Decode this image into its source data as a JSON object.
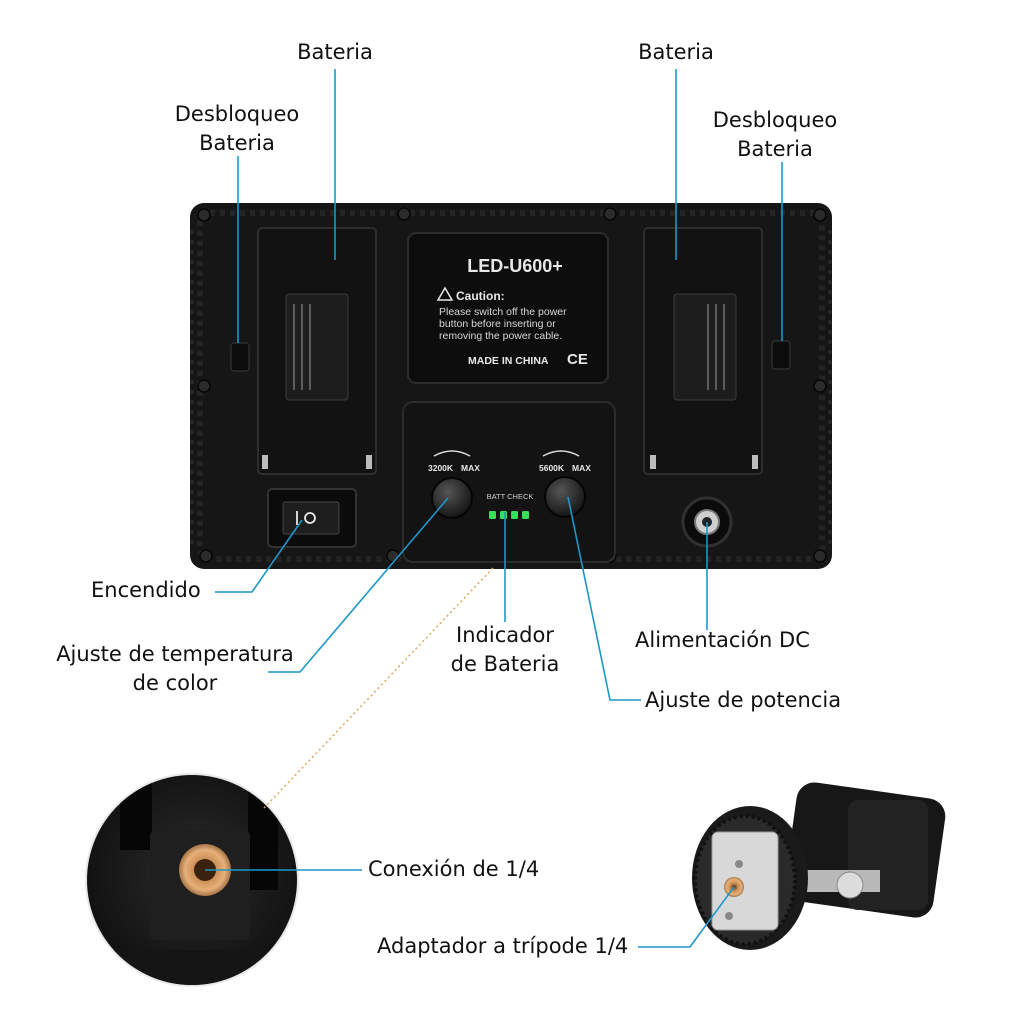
{
  "labels": {
    "battery_left": "Bateria",
    "battery_right": "Bateria",
    "unlock_left_1": "Desbloqueo",
    "unlock_left_2": "Bateria",
    "unlock_right_1": "Desbloqueo",
    "unlock_right_2": "Bateria",
    "power_switch": "Encendido",
    "color_temp_1": "Ajuste de temperatura",
    "color_temp_2": "de color",
    "battery_indicator_1": "Indicador",
    "battery_indicator_2": "de Bateria",
    "dc_power": "Alimentación DC",
    "power_adjust": "Ajuste de potencia",
    "quarter_connection": "Conexión de 1/4",
    "tripod_adapter": "Adaptador a trípode 1/4"
  },
  "device": {
    "model": "LED-U600+",
    "caution_title": "Caution:",
    "caution_text_1": "Please switch off the power",
    "caution_text_2": "button before inserting or",
    "caution_text_3": "removing the power cable.",
    "made_in": "MADE IN CHINA",
    "ce_mark": "CE",
    "knob_left_min": "3200K",
    "knob_left_max": "MAX",
    "knob_right_min": "5600K",
    "knob_right_max": "MAX",
    "batt_check": "BATT CHECK",
    "battery_leds_lit": 4
  },
  "colors": {
    "callout_line": "#1b97c9",
    "dotted_line": "#e0a35a",
    "body": "#161616",
    "led_green": "#38e05a"
  }
}
